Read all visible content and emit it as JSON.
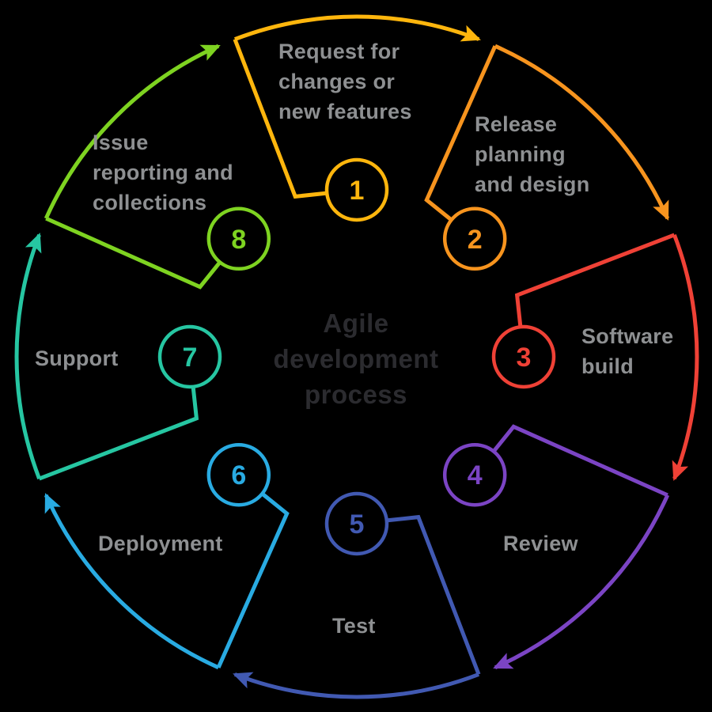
{
  "diagram": {
    "center": {
      "title": "Agile\ndevelopment\nprocess"
    },
    "steps": [
      {
        "number": "1",
        "label": "Request for\nchanges or\nnew features",
        "color": "#FFB60D"
      },
      {
        "number": "2",
        "label": "Release\nplanning\nand design",
        "color": "#F7941E"
      },
      {
        "number": "3",
        "label": "Software\nbuild",
        "color": "#EF4136"
      },
      {
        "number": "4",
        "label": "Review",
        "color": "#7B44C4"
      },
      {
        "number": "5",
        "label": "Test",
        "color": "#4159B2"
      },
      {
        "number": "6",
        "label": "Deployment",
        "color": "#29ABE2"
      },
      {
        "number": "7",
        "label": "Support",
        "color": "#26C6A2"
      },
      {
        "number": "8",
        "label": "Issue\nreporting and\ncollections",
        "color": "#7ED321"
      }
    ],
    "colors": {
      "background": "#000000",
      "label_text": "#8E9092",
      "center_text": "#2B2B2F"
    }
  }
}
